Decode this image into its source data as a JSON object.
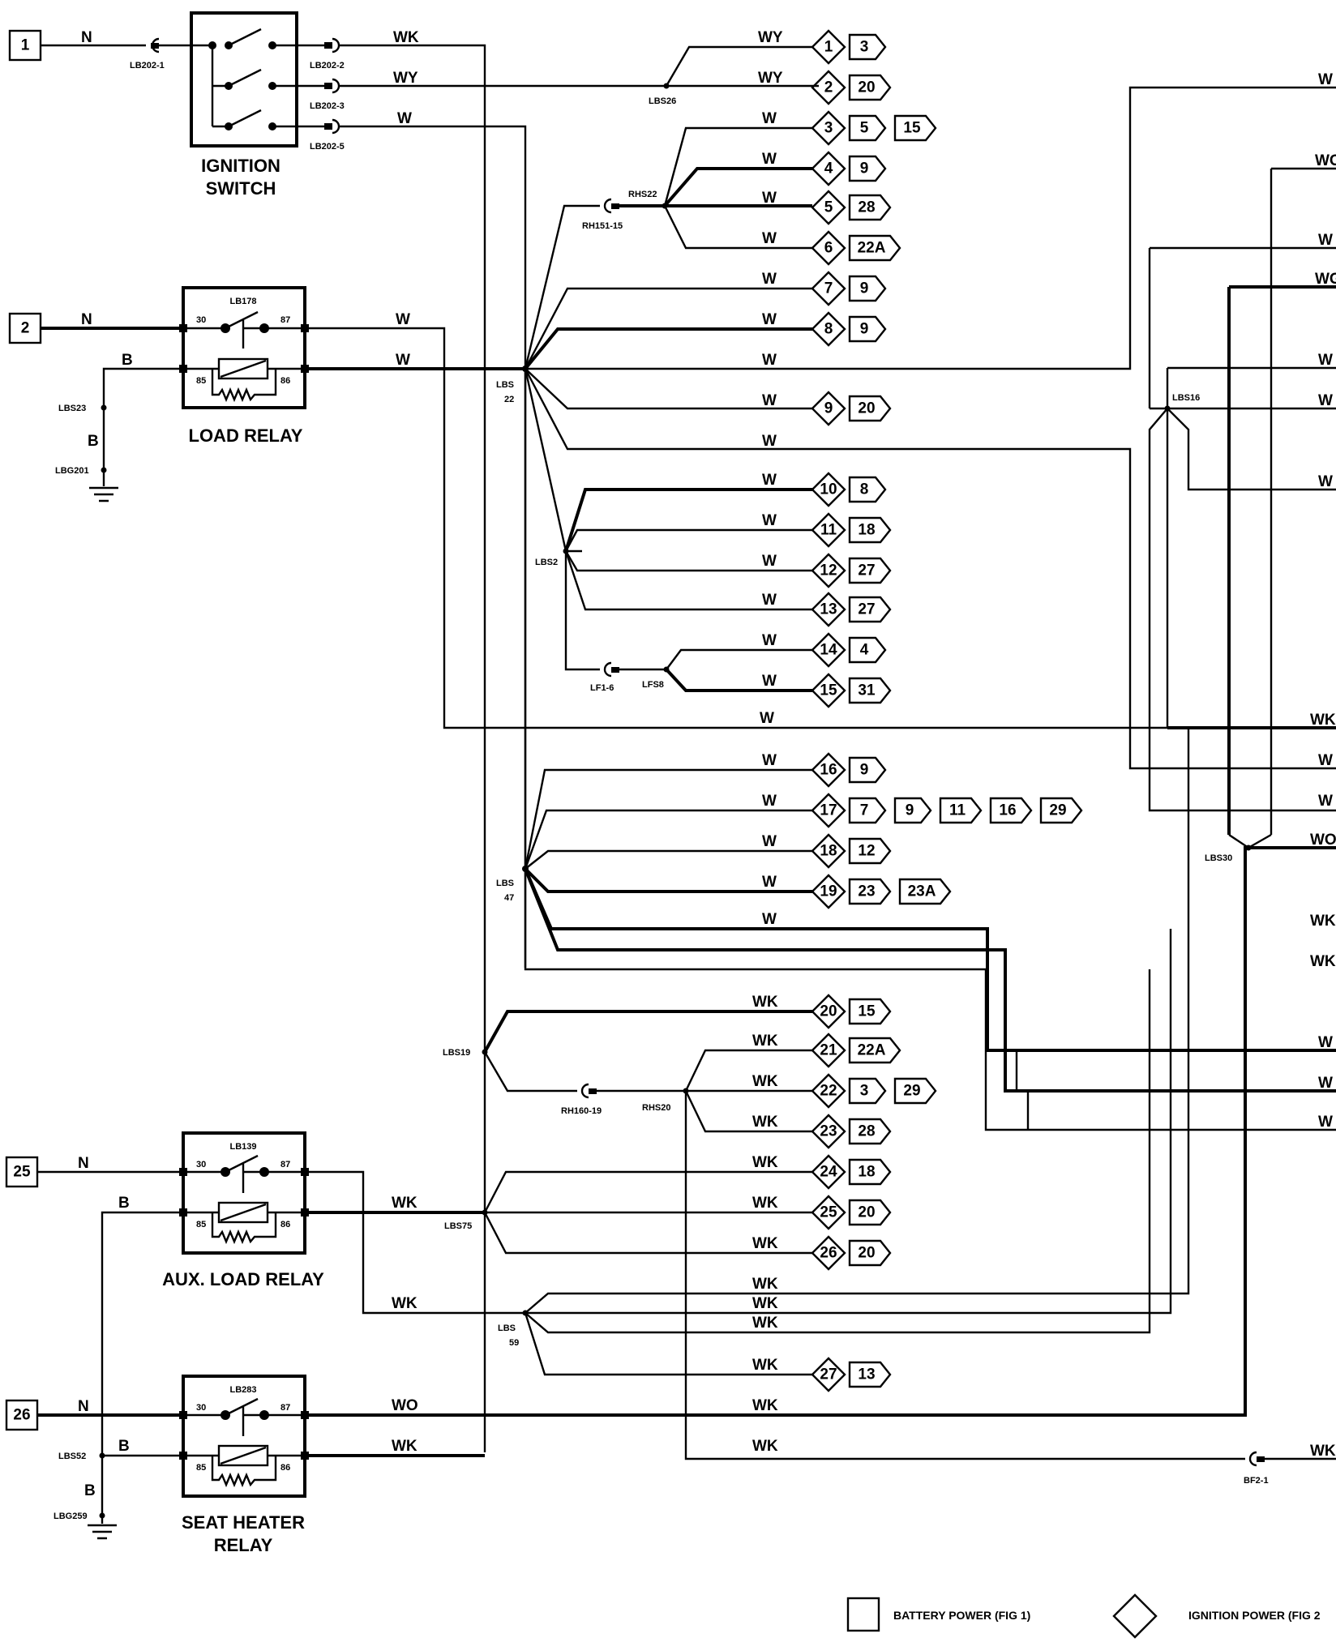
{
  "battery_power": [
    {
      "id": "bp1",
      "label": "1"
    },
    {
      "id": "bp2",
      "label": "2"
    },
    {
      "id": "bp25",
      "label": "25"
    },
    {
      "id": "bp26",
      "label": "26"
    }
  ],
  "components": {
    "ignition_switch": {
      "title_line1": "IGNITION",
      "title_line2": "SWITCH"
    },
    "load_relay": {
      "title": "LOAD RELAY",
      "ref": "LB178"
    },
    "aux_load_relay": {
      "title": "AUX. LOAD RELAY",
      "ref": "LB139"
    },
    "seat_heater_relay": {
      "title_line1": "SEAT HEATER",
      "title_line2": "RELAY",
      "ref": "LB283"
    }
  },
  "pins": {
    "p30": "30",
    "p87": "87",
    "p85": "85",
    "p86": "86"
  },
  "wire_colors": {
    "N": "N",
    "B": "B",
    "W": "W",
    "WK": "WK",
    "WY": "WY",
    "WO": "WO"
  },
  "connectors": {
    "lb202_1": "LB202-1",
    "lb202_2": "LB202-2",
    "lb202_3": "LB202-3",
    "lb202_5": "LB202-5",
    "lbs26": "LBS26",
    "rhs22": "RHS22",
    "rh151_15": "RH151-15",
    "lbs22a": "LBS",
    "lbs22b": "22",
    "lbs23": "LBS23",
    "lbg201": "LBG201",
    "lbs2": "LBS2",
    "lf1_6": "LF1-6",
    "lfs8": "LFS8",
    "lbs16": "LBS16",
    "lbs30": "LBS30",
    "lbs47a": "LBS",
    "lbs47b": "47",
    "lbs19": "LBS19",
    "rh160_19": "RH160-19",
    "rhs20": "RHS20",
    "lbs75": "LBS75",
    "lbs59a": "LBS",
    "lbs59b": "59",
    "lbs52": "LBS52",
    "lbg259": "LBG259",
    "bf2_1": "BF2-1"
  },
  "ignition_outputs": [
    {
      "n": "1",
      "refs": [
        "3"
      ]
    },
    {
      "n": "2",
      "refs": [
        "20"
      ]
    },
    {
      "n": "3",
      "refs": [
        "5",
        "15"
      ]
    },
    {
      "n": "4",
      "refs": [
        "9"
      ]
    },
    {
      "n": "5",
      "refs": [
        "28"
      ]
    },
    {
      "n": "6",
      "refs": [
        "22A"
      ]
    },
    {
      "n": "7",
      "refs": [
        "9"
      ]
    },
    {
      "n": "8",
      "refs": [
        "9"
      ]
    },
    {
      "n": "9",
      "refs": [
        "20"
      ]
    },
    {
      "n": "10",
      "refs": [
        "8"
      ]
    },
    {
      "n": "11",
      "refs": [
        "18"
      ]
    },
    {
      "n": "12",
      "refs": [
        "27"
      ]
    },
    {
      "n": "13",
      "refs": [
        "27"
      ]
    },
    {
      "n": "14",
      "refs": [
        "4"
      ]
    },
    {
      "n": "15",
      "refs": [
        "31"
      ]
    },
    {
      "n": "16",
      "refs": [
        "9"
      ]
    },
    {
      "n": "17",
      "refs": [
        "7",
        "9",
        "11",
        "16",
        "29"
      ]
    },
    {
      "n": "18",
      "refs": [
        "12"
      ]
    },
    {
      "n": "19",
      "refs": [
        "23",
        "23A"
      ]
    },
    {
      "n": "20",
      "refs": [
        "15"
      ]
    },
    {
      "n": "21",
      "refs": [
        "22A"
      ]
    },
    {
      "n": "22",
      "refs": [
        "3",
        "29"
      ]
    },
    {
      "n": "23",
      "refs": [
        "28"
      ]
    },
    {
      "n": "24",
      "refs": [
        "18"
      ]
    },
    {
      "n": "25",
      "refs": [
        "20"
      ]
    },
    {
      "n": "26",
      "refs": [
        "20"
      ]
    },
    {
      "n": "27",
      "refs": [
        "13"
      ]
    }
  ],
  "right_edge_labels": [
    "W",
    "WO",
    "W",
    "WG",
    "W",
    "W",
    "W",
    "WK",
    "W",
    "W",
    "WO",
    "WK",
    "WK",
    "W",
    "W",
    "W",
    "WK"
  ],
  "legend": {
    "battery": "BATTERY POWER (FIG 1)",
    "ignition": "IGNITION POWER (FIG 2"
  }
}
